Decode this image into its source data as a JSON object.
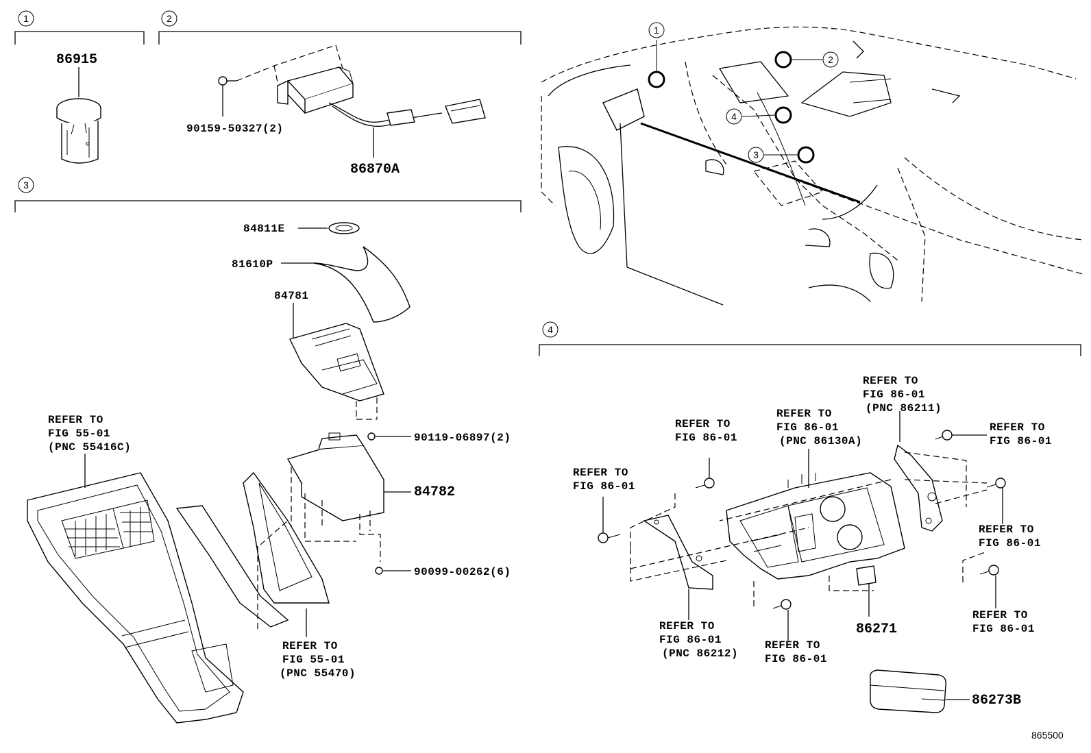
{
  "sections": [
    {
      "id": "1",
      "label": "1"
    },
    {
      "id": "2",
      "label": "2"
    },
    {
      "id": "3",
      "label": "3"
    },
    {
      "id": "4",
      "label": "4"
    }
  ],
  "car_callouts": [
    "1",
    "2",
    "3",
    "4"
  ],
  "parts": {
    "p86915": "86915",
    "p90159": "90159-50327(2)",
    "p86870A": "86870A",
    "p84811E": "84811E",
    "p81610P": "81610P",
    "p84781": "84781",
    "p90119": "90119-06897(2)",
    "p84782": "84782",
    "p90099": "90099-00262(6)",
    "p86271": "86271",
    "p86273B": "86273B"
  },
  "refs": {
    "r55416c": [
      "REFER TO",
      "FIG 55-01",
      "(PNC 55416C)"
    ],
    "r55470": [
      "REFER TO",
      "FIG 55-01",
      "(PNC 55470)"
    ],
    "r86211": [
      "REFER TO",
      "FIG 86-01",
      "(PNC 86211)"
    ],
    "r86130a": [
      "REFER TO",
      "FIG 86-01",
      "(PNC 86130A)"
    ],
    "r86212": [
      "REFER TO",
      "FIG 86-01",
      "(PNC 86212)"
    ],
    "rfig_a": [
      "REFER TO",
      "FIG 86-01"
    ],
    "rfig_b": [
      "REFER TO",
      "FIG 86-01"
    ],
    "rfig_c": [
      "REFER TO",
      "FIG 86-01"
    ],
    "rfig_d": [
      "REFER TO",
      "FIG 86-01"
    ],
    "rfig_e": [
      "REFER TO",
      "FIG 86-01"
    ],
    "rfig_f": [
      "REFER TO",
      "FIG 86-01"
    ]
  },
  "diagram_code": "865500"
}
